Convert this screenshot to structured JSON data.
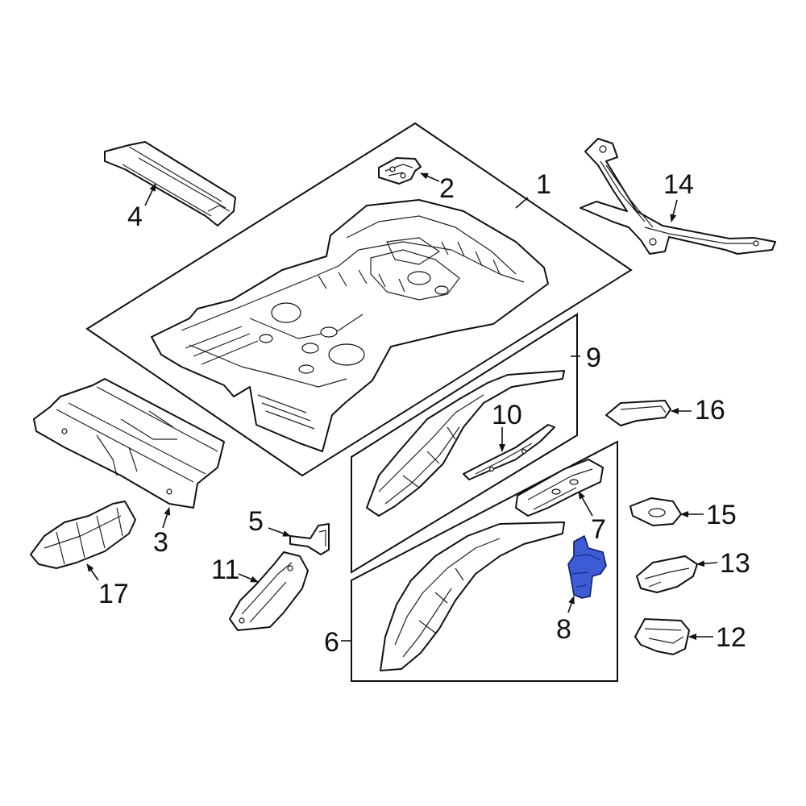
{
  "diagram": {
    "colors": {
      "line": "#111111",
      "background": "#ffffff",
      "highlight": "#3e5bd6"
    },
    "highlighted_part": "8",
    "callouts": {
      "p1": "1",
      "p2": "2",
      "p3": "3",
      "p4": "4",
      "p5": "5",
      "p6": "6",
      "p7": "7",
      "p8": "8",
      "p9": "9",
      "p10": "10",
      "p11": "11",
      "p12": "12",
      "p13": "13",
      "p14": "14",
      "p15": "15",
      "p16": "16",
      "p17": "17"
    }
  }
}
